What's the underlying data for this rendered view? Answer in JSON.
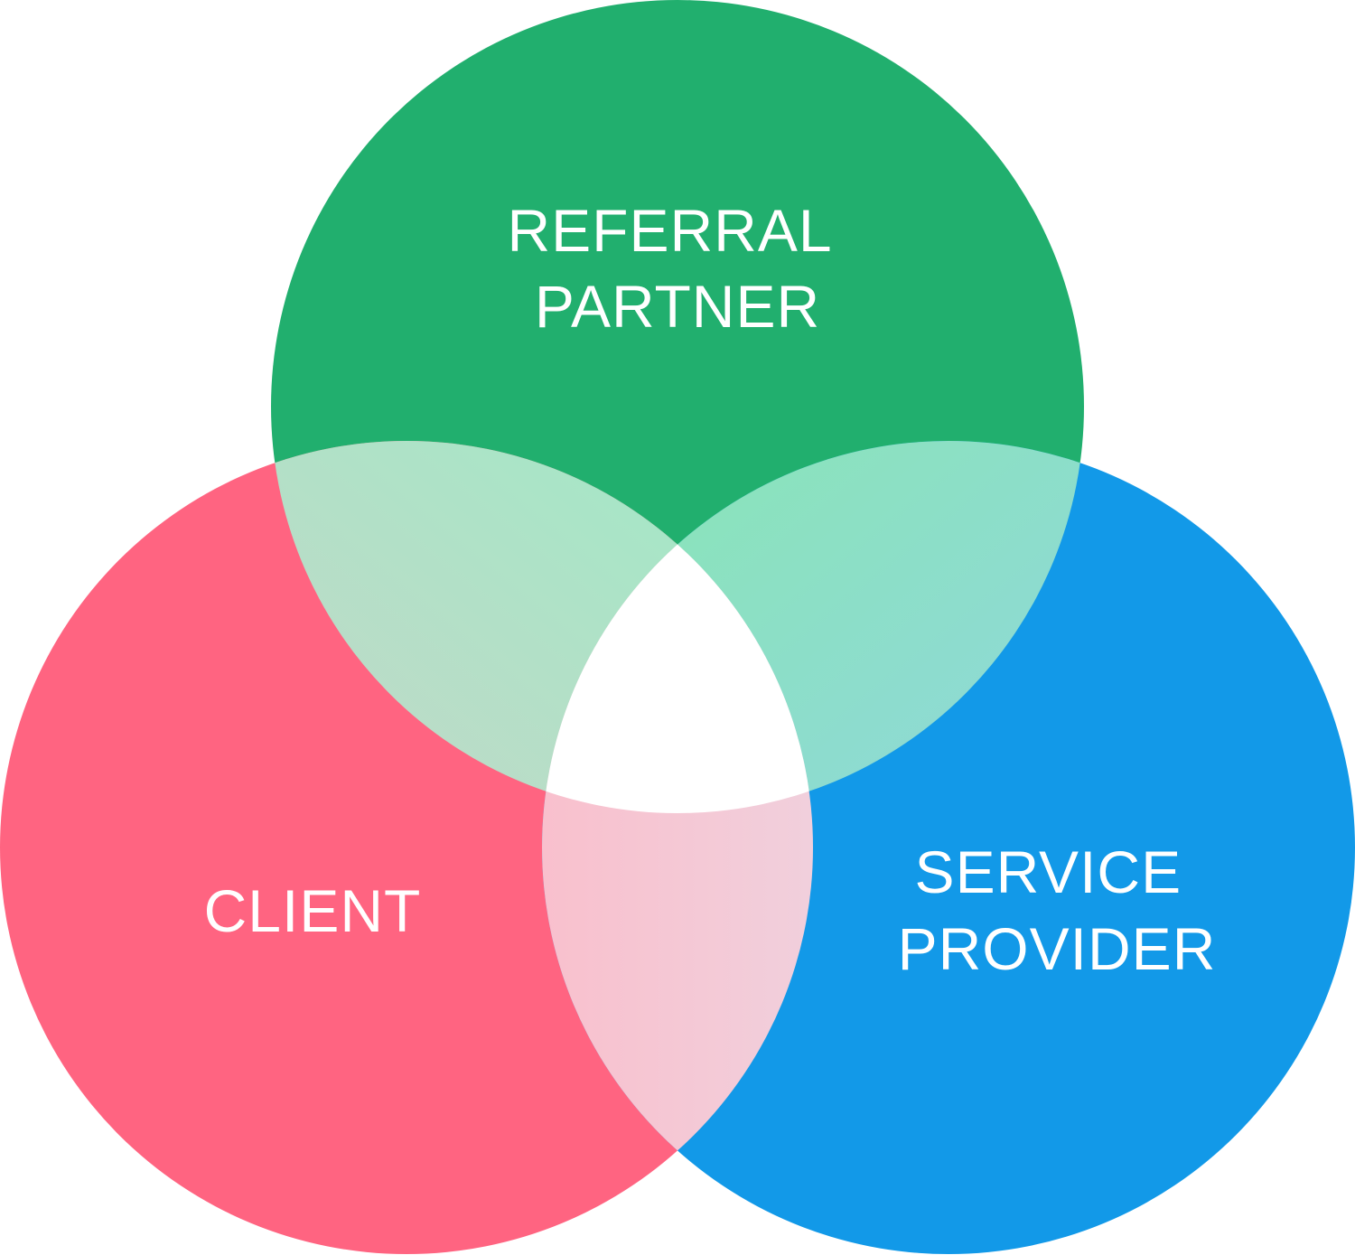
{
  "diagram": {
    "type": "venn-3",
    "sets": [
      {
        "id": "referral-partner",
        "lines": [
          "REFERRAL",
          "PARTNER"
        ],
        "color": "#21AF6E"
      },
      {
        "id": "client",
        "lines": [
          "CLIENT"
        ],
        "color": "#FF6481"
      },
      {
        "id": "service-provider",
        "lines": [
          "SERVICE",
          "PROVIDER"
        ],
        "color": "#1299E8"
      }
    ],
    "overlaps": {
      "referral_client": [
        "#D6CEC8",
        "#A7E6C7"
      ],
      "referral_provider": [
        "#8BE2BE",
        "#92CFF2"
      ],
      "client_provider": [
        "#F9C0CD",
        "#E0EEFA"
      ],
      "center": "#FFFFFF"
    }
  }
}
